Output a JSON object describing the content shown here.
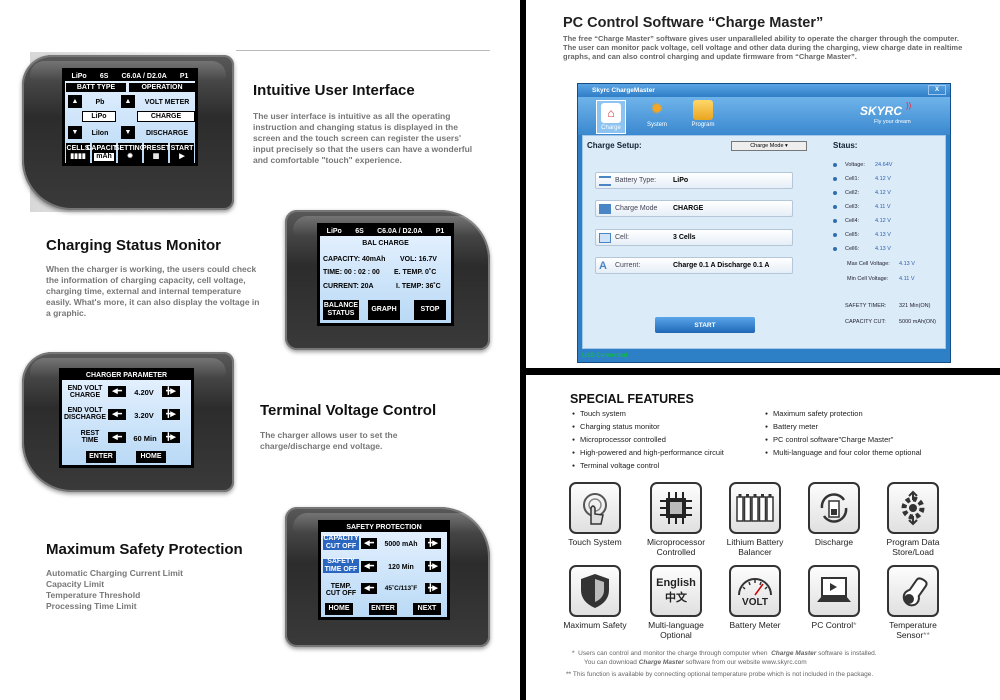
{
  "left": {
    "section1": {
      "title": "Intuitive User Interface",
      "text": "The user interface is intuitive as all the operating instruction and changing status is displayed in the screen and the touch screen can register the users' input precisely so that the users can have a wonderful and comfortable \"touch\" experience.",
      "lcd": {
        "top_bar": [
          "LiPo",
          "6S",
          "C6.0A / D2.0A",
          "P1"
        ],
        "batt_type": "BATT TYPE",
        "operation": "OPERATION",
        "pb": "Pb",
        "lipo": "LiPo",
        "liion": "LiIon",
        "voltmeter": "VOLT METER",
        "charge": "CHARGE",
        "discharge": "DISCHARGE",
        "bottom": [
          "CELLS",
          "CAPACITY",
          "SETTING",
          "PRESET",
          "START"
        ],
        "mah": "mAh"
      }
    },
    "section2": {
      "title": "Charging Status Monitor",
      "text": "When the charger is working, the users could check the information of charging capacity, cell voltage, charging time, external and internal temperature easily. What's more, it can also display the voltage in a graphic.",
      "lcd": {
        "top_bar": [
          "LiPo",
          "6S",
          "C6.0A / D2.0A",
          "P1"
        ],
        "mode": "BAL CHARGE",
        "capacity": "CAPACITY:  40mAh",
        "vol": "VOL: 16.7V",
        "time": "TIME: 00 : 02 : 00",
        "etemp": "E. TEMP.  0˚C",
        "current": "CURRENT:  20A",
        "itemp": "I. TEMP:  36˚C",
        "balance": "BALANCE STATUS",
        "graph": "GRAPH",
        "stop": "STOP"
      }
    },
    "section3": {
      "title": "Terminal Voltage Control",
      "text": "The charger allows user to set the charge/discharge end voltage.",
      "lcd": {
        "header": "CHARGER      PARAMETER",
        "row1_label": "END VOLT CHARGE",
        "row1_value": "4.20V",
        "row2_label": "END VOLT DISCHARGE",
        "row2_value": "3.20V",
        "row3_label": "REST TIME",
        "row3_value": "60  Min",
        "enter": "ENTER",
        "home": "HOME"
      }
    },
    "section4": {
      "title": "Maximum Safety Protection",
      "lines": [
        "Automatic Charging Current Limit",
        "Capacity Limit",
        "Temperature Threshold",
        "Processing Time Limit"
      ],
      "lcd": {
        "header": "SAFETY      PROTECTION",
        "row1_label": "CAPACITY CUT  OFF",
        "row1_value": "5000  mAh",
        "row2_label": "SAFETY TIME  OFF",
        "row2_value": "120  Min",
        "row3_label": "TEMP. CUT  OFF",
        "row3_value": "45˚C/113˚F",
        "home": "HOME",
        "enter": "ENTER",
        "next": "NEXT"
      }
    }
  },
  "pc": {
    "title": "PC Control Software “Charge Master”",
    "text": "The free “Charge Master” software gives user unparalleled ability to operate the charger through the computer. The user can monitor pack voltage, cell voltage and other data during the charging, view charge date in realtime graphs, and can also control charging and update firmware from “Charge Master”.",
    "window": {
      "title": "Skyrc ChargeMaster",
      "close": "X",
      "tools": [
        "Charge",
        "System",
        "Program"
      ],
      "logo": "SKYRC",
      "slogan": "Fly your dream",
      "setup_title": "Charge Setup:",
      "mode_dropdown": "Charge Mode",
      "battery_type_label": "Battery Type:",
      "battery_type_value": "LiPo",
      "charge_mode_label": "Charge Mode",
      "charge_mode_value": "CHARGE",
      "cell_label": "Cell:",
      "cell_value": "3 Cells",
      "current_label": "Current:",
      "current_value": "Charge 0.1 A   Discharge 0.1 A",
      "start": "START",
      "status_title": "Staus:",
      "status_rows": [
        {
          "label": "Voltage:",
          "value": "24.64V"
        },
        {
          "label": "Cell1:",
          "value": "4.12 V"
        },
        {
          "label": "Cell2:",
          "value": "4.12 V"
        },
        {
          "label": "Cell3:",
          "value": "4.11 V"
        },
        {
          "label": "Cell4:",
          "value": "4.12 V"
        },
        {
          "label": "Cell5:",
          "value": "4.13 V"
        },
        {
          "label": "Cell6:",
          "value": "4.13 V"
        }
      ],
      "max_cell_label": "Max Cell Voltage:",
      "max_cell_value": "4.13 V",
      "min_cell_label": "Min Cell Voltage:",
      "min_cell_value": "4.11 V",
      "safety_timer_label": "SAFETY TIMER:",
      "safety_timer_value": "321 Min(ON)",
      "capacity_cut_label": "CAPACITY CUT:",
      "capacity_cut_value": "5000 mAh(ON)",
      "status_bar": "USB Connected"
    }
  },
  "special": {
    "title": "SPECIAL FEATURES",
    "col1": [
      "Touch system",
      "Charging status monitor",
      "Microprocessor controlled",
      "High-powered and high-performance circuit",
      "Terminal voltage control"
    ],
    "col2": [
      "Maximum safety protection",
      "Battery meter",
      "PC control software\"Charge Master\"",
      "Multi-language and four color theme optional"
    ],
    "features_row1": [
      "Touch System",
      "Microprocessor Controlled",
      "Lithium Battery Balancer",
      "Discharge",
      "Program Data Store/Load"
    ],
    "features_row2": [
      "Maximum Safety",
      "Multi-language Optional",
      "Battery Meter",
      "PC Control",
      "Temperature Sensor"
    ],
    "english": "English",
    "chinese": "中文",
    "volt": "VOLT",
    "star1": "*",
    "star2": "**",
    "note1_prefix": "Users can control and monitor the charge through computer when",
    "note1_sw": "Charge Master",
    "note1_suffix": "software is installed.",
    "note1_line2_prefix": "You can download",
    "note1_line2_sw": "Charge Master",
    "note1_line2_suffix": "software from our website  www.skyrc.com",
    "note2": "This function is available by connecting optional temperature probe which is not included in the package."
  }
}
